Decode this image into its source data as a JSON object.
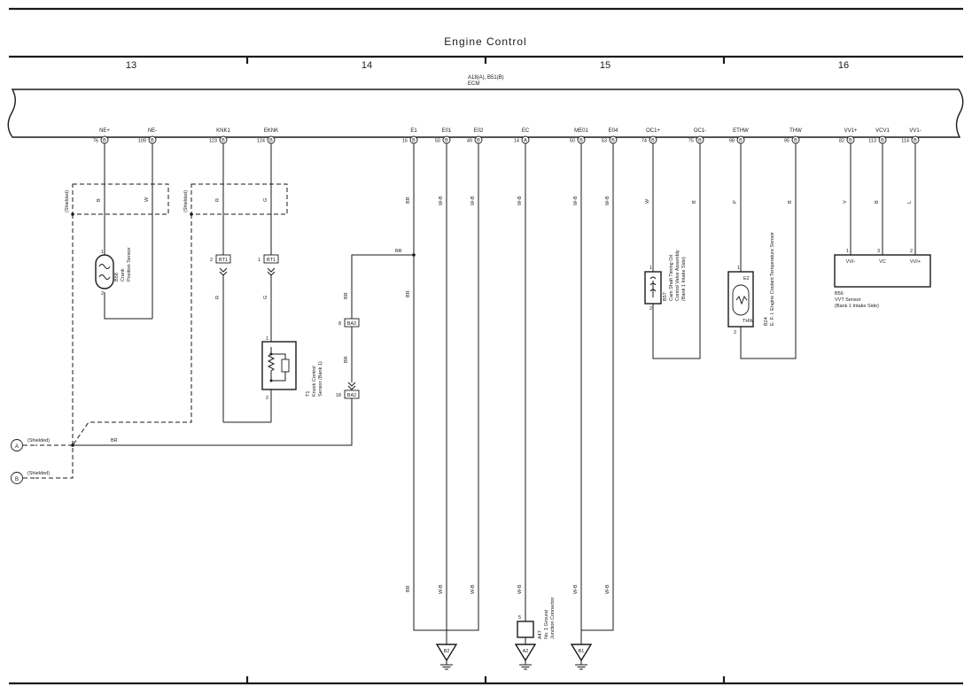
{
  "title": "Engine Control",
  "sections": [
    "13",
    "14",
    "15",
    "16"
  ],
  "ecm": {
    "label1": "A18(A), B51(B)",
    "label2": "ECM"
  },
  "pins": [
    {
      "name": "NE+",
      "num": "76",
      "conn": "B"
    },
    {
      "name": "NE-",
      "num": "109",
      "conn": "B"
    },
    {
      "name": "KNK1",
      "num": "123",
      "conn": "B"
    },
    {
      "name": "EKNK",
      "num": "124",
      "conn": "B"
    },
    {
      "name": "E1",
      "num": "16",
      "conn": "B"
    },
    {
      "name": "E01",
      "num": "50",
      "conn": "B"
    },
    {
      "name": "E02",
      "num": "49",
      "conn": "B"
    },
    {
      "name": "EC",
      "num": "14",
      "conn": "A"
    },
    {
      "name": "ME01",
      "num": "50",
      "conn": "B"
    },
    {
      "name": "E04",
      "num": "53",
      "conn": "B"
    },
    {
      "name": "OC1+",
      "num": "74",
      "conn": "B"
    },
    {
      "name": "OC1-",
      "num": "75",
      "conn": "B"
    },
    {
      "name": "ETHW",
      "num": "98",
      "conn": "B"
    },
    {
      "name": "THW",
      "num": "95",
      "conn": "B"
    },
    {
      "name": "VV1+",
      "num": "82",
      "conn": "B"
    },
    {
      "name": "VCV1",
      "num": "113",
      "conn": "B"
    },
    {
      "name": "VV1-",
      "num": "114",
      "conn": "B"
    }
  ],
  "wire_colors": {
    "ne_plus": "B",
    "ne_minus": "W",
    "knk_r": "R",
    "eknk_g": "G",
    "e1": "BR",
    "e01": "W-B",
    "e02": "W-B",
    "ec": "W-B",
    "me01": "W-B",
    "e04": "W-B",
    "oc_plus": "W",
    "oc_minus": "B",
    "ethw": "P",
    "thw": "B",
    "vv_plus": "V",
    "vcv": "B",
    "vv_minus": "L",
    "br": "BR"
  },
  "shielded": "(Shielded)",
  "components": {
    "b58": {
      "id": "B58",
      "name": "Crank",
      "name2": "Position Sensor"
    },
    "t1": {
      "id": "T1",
      "name": "Knock Control",
      "name2": "Sensor (Bank 1)"
    },
    "b57": {
      "id": "B57",
      "name": "Cam Shaft Timing Oil",
      "name2": "Control Valve Assembly",
      "name3": "(Bank 1 Intake Side)"
    },
    "b24": {
      "id": "B24",
      "name": "E. F. I. Engine Coolant Temperature Sensor"
    },
    "b56": {
      "id": "B56",
      "name": "VVT Sensor",
      "name2": "(Bank 1 Intake Side)",
      "t1": "VVI-",
      "t2": "VC",
      "t3": "VVI+"
    },
    "a47": {
      "id": "A47",
      "name": "No. 1 Ground",
      "name2": "Junction Connector",
      "pin": "5"
    },
    "b24_terms": {
      "e2": "E2",
      "thw": "THW"
    }
  },
  "connectors": {
    "bt1": "BT1",
    "ba2": "BA2"
  },
  "conn_pins": {
    "bt1_a": "2",
    "bt1_b": "1",
    "ba2_a": "8",
    "ba2_b": "18"
  },
  "grounds": [
    "B2",
    "A2",
    "B1"
  ],
  "refs": [
    "A",
    "B"
  ]
}
